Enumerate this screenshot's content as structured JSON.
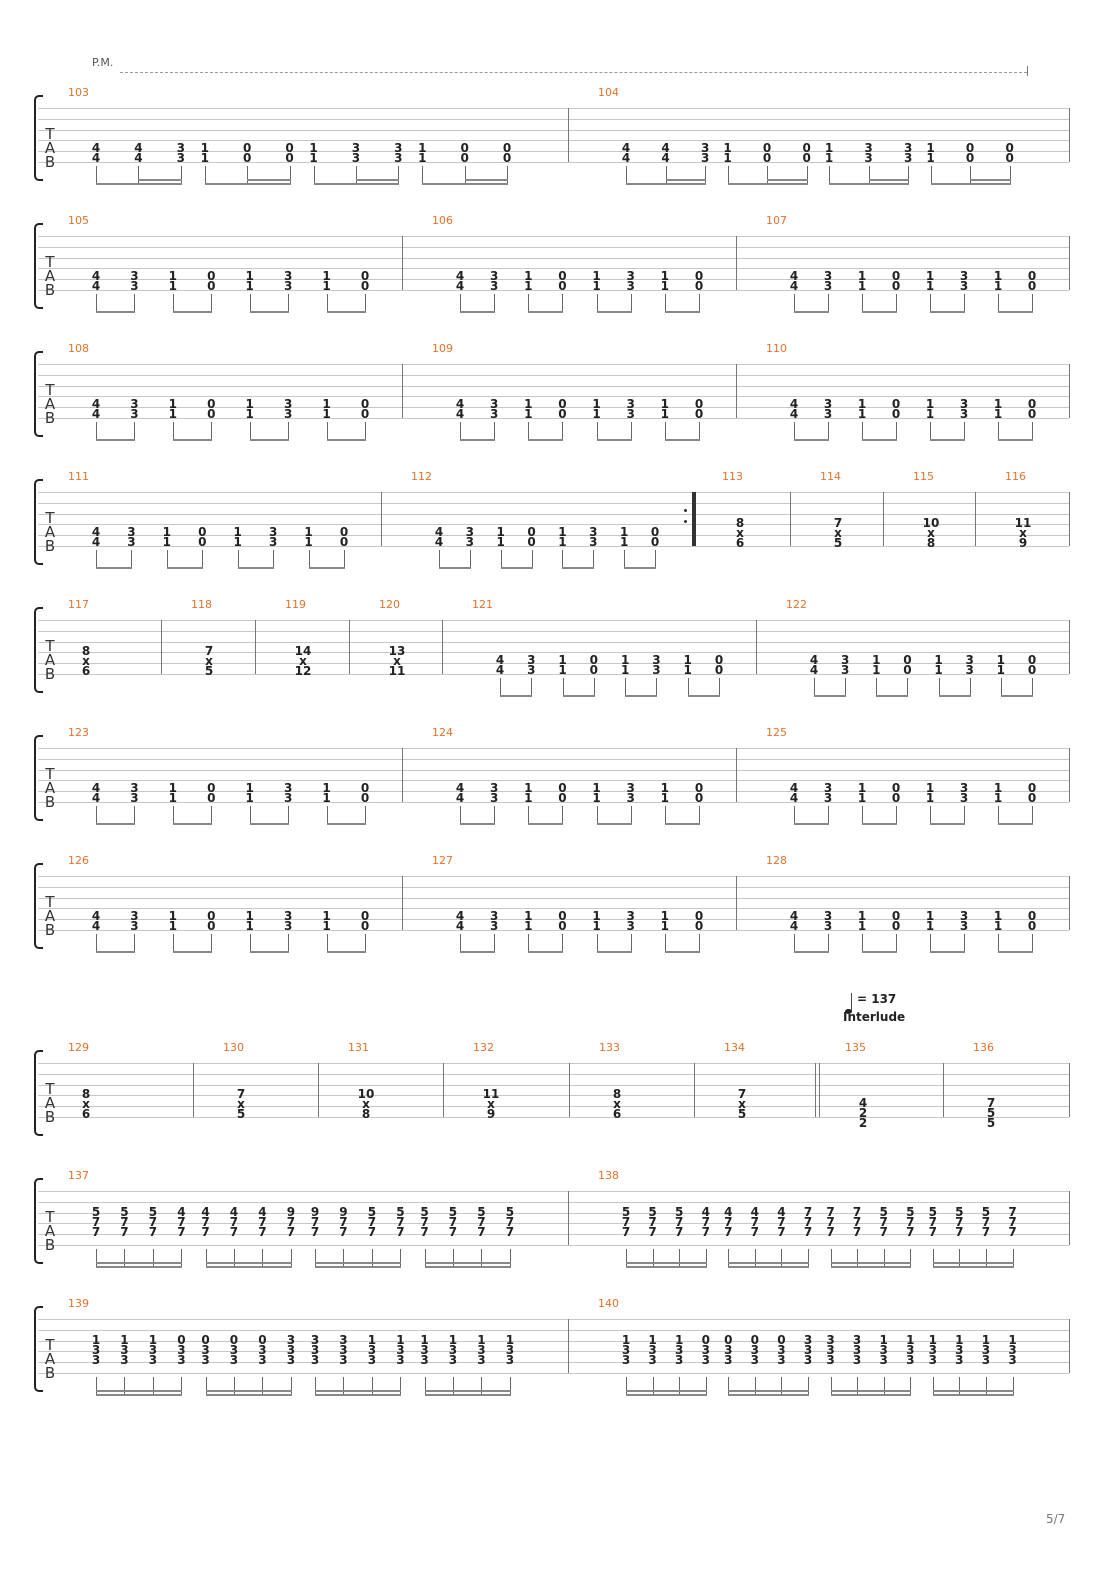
{
  "document": {
    "palm_mute_label": "P.M.",
    "tab_letters": [
      "T",
      "A",
      "B"
    ],
    "tempo_label": "= 137",
    "section_label": "Interlude",
    "page_number": "5/7"
  },
  "patterns": {
    "A": [
      [
        "4",
        "4"
      ],
      [
        "3",
        "3"
      ],
      [
        "1",
        "1"
      ],
      [
        "0",
        "0"
      ],
      [
        "1",
        "1"
      ],
      [
        "3",
        "3"
      ],
      [
        "1",
        "1"
      ],
      [
        "0",
        "0"
      ]
    ],
    "A16": [
      [
        "4",
        "4"
      ],
      [
        "4",
        "4"
      ],
      [
        "3",
        "3"
      ],
      [
        "1",
        "1"
      ],
      [
        "0",
        "0"
      ],
      [
        "0",
        "0"
      ],
      [
        "1",
        "1"
      ],
      [
        "3",
        "3"
      ],
      [
        "3",
        "3"
      ],
      [
        "1",
        "1"
      ],
      [
        "0",
        "0"
      ],
      [
        "0",
        "0"
      ]
    ],
    "D137": [
      [
        "5",
        "7",
        "7"
      ],
      [
        "5",
        "7",
        "7"
      ],
      [
        "5",
        "7",
        "7"
      ],
      [
        "4",
        "7",
        "7"
      ],
      [
        "4",
        "7",
        "7"
      ],
      [
        "4",
        "7",
        "7"
      ],
      [
        "4",
        "7",
        "7"
      ],
      [
        "9",
        "7",
        "7"
      ],
      [
        "9",
        "7",
        "7"
      ],
      [
        "9",
        "7",
        "7"
      ],
      [
        "5",
        "7",
        "7"
      ],
      [
        "5",
        "7",
        "7"
      ],
      [
        "5",
        "7",
        "7"
      ],
      [
        "5",
        "7",
        "7"
      ],
      [
        "5",
        "7",
        "7"
      ],
      [
        "5",
        "7",
        "7"
      ]
    ],
    "D138": [
      [
        "5",
        "7",
        "7"
      ],
      [
        "5",
        "7",
        "7"
      ],
      [
        "5",
        "7",
        "7"
      ],
      [
        "4",
        "7",
        "7"
      ],
      [
        "4",
        "7",
        "7"
      ],
      [
        "4",
        "7",
        "7"
      ],
      [
        "4",
        "7",
        "7"
      ],
      [
        "7",
        "7",
        "7"
      ],
      [
        "7",
        "7",
        "7"
      ],
      [
        "7",
        "7",
        "7"
      ],
      [
        "5",
        "7",
        "7"
      ],
      [
        "5",
        "7",
        "7"
      ],
      [
        "5",
        "7",
        "7"
      ],
      [
        "5",
        "7",
        "7"
      ],
      [
        "5",
        "7",
        "7"
      ],
      [
        "7",
        "7",
        "7"
      ]
    ],
    "E": [
      [
        "1",
        "3",
        "3"
      ],
      [
        "1",
        "3",
        "3"
      ],
      [
        "1",
        "3",
        "3"
      ],
      [
        "0",
        "3",
        "3"
      ],
      [
        "0",
        "3",
        "3"
      ],
      [
        "0",
        "3",
        "3"
      ],
      [
        "0",
        "3",
        "3"
      ],
      [
        "3",
        "3",
        "3"
      ],
      [
        "3",
        "3",
        "3"
      ],
      [
        "3",
        "3",
        "3"
      ],
      [
        "1",
        "3",
        "3"
      ],
      [
        "1",
        "3",
        "3"
      ],
      [
        "1",
        "3",
        "3"
      ],
      [
        "1",
        "3",
        "3"
      ],
      [
        "1",
        "3",
        "3"
      ],
      [
        "1",
        "3",
        "3"
      ]
    ]
  },
  "systems": [
    {
      "measures": [
        {
          "num": "103",
          "kind": "pattern",
          "pattern": "A16",
          "beam": "b16"
        },
        {
          "num": "104",
          "kind": "pattern",
          "pattern": "A16",
          "beam": "b16"
        }
      ]
    },
    {
      "measures": [
        {
          "num": "105",
          "kind": "pattern",
          "pattern": "A",
          "beam": "b8"
        },
        {
          "num": "106",
          "kind": "pattern",
          "pattern": "A",
          "beam": "b8"
        },
        {
          "num": "107",
          "kind": "pattern",
          "pattern": "A",
          "beam": "b8"
        }
      ]
    },
    {
      "measures": [
        {
          "num": "108",
          "kind": "pattern",
          "pattern": "A",
          "beam": "b8"
        },
        {
          "num": "109",
          "kind": "pattern",
          "pattern": "A",
          "beam": "b8"
        },
        {
          "num": "110",
          "kind": "pattern",
          "pattern": "A",
          "beam": "b8"
        }
      ]
    },
    {
      "measures": [
        {
          "num": "111",
          "kind": "pattern",
          "pattern": "A",
          "beam": "b8"
        },
        {
          "num": "112",
          "kind": "pattern",
          "pattern": "A",
          "beam": "b8"
        },
        {
          "num": "113",
          "kind": "chord",
          "chord": [
            "8",
            "x",
            "6"
          ]
        },
        {
          "num": "114",
          "kind": "chord",
          "chord": [
            "7",
            "x",
            "5"
          ]
        },
        {
          "num": "115",
          "kind": "chord",
          "chord": [
            "10",
            "x",
            "8"
          ]
        },
        {
          "num": "116",
          "kind": "chord",
          "chord": [
            "11",
            "x",
            "9"
          ]
        }
      ]
    },
    {
      "measures": [
        {
          "num": "117",
          "kind": "chord",
          "chord": [
            "8",
            "x",
            "6"
          ]
        },
        {
          "num": "118",
          "kind": "chord",
          "chord": [
            "7",
            "x",
            "5"
          ]
        },
        {
          "num": "119",
          "kind": "chord",
          "chord": [
            "14",
            "x",
            "12"
          ]
        },
        {
          "num": "120",
          "kind": "chord",
          "chord": [
            "13",
            "x",
            "11"
          ]
        },
        {
          "num": "121",
          "kind": "pattern",
          "pattern": "A",
          "beam": "b8"
        },
        {
          "num": "122",
          "kind": "pattern",
          "pattern": "A",
          "beam": "b8"
        }
      ]
    },
    {
      "measures": [
        {
          "num": "123",
          "kind": "pattern",
          "pattern": "A",
          "beam": "b8"
        },
        {
          "num": "124",
          "kind": "pattern",
          "pattern": "A",
          "beam": "b8"
        },
        {
          "num": "125",
          "kind": "pattern",
          "pattern": "A",
          "beam": "b8"
        }
      ]
    },
    {
      "measures": [
        {
          "num": "126",
          "kind": "pattern",
          "pattern": "A",
          "beam": "b8"
        },
        {
          "num": "127",
          "kind": "pattern",
          "pattern": "A",
          "beam": "b8"
        },
        {
          "num": "128",
          "kind": "pattern",
          "pattern": "A",
          "beam": "b8"
        }
      ]
    },
    {
      "measures": [
        {
          "num": "129",
          "kind": "chord",
          "chord": [
            "8",
            "x",
            "6"
          ]
        },
        {
          "num": "130",
          "kind": "chord",
          "chord": [
            "7",
            "x",
            "5"
          ]
        },
        {
          "num": "131",
          "kind": "chord",
          "chord": [
            "10",
            "x",
            "8"
          ]
        },
        {
          "num": "132",
          "kind": "chord",
          "chord": [
            "11",
            "x",
            "9"
          ]
        },
        {
          "num": "133",
          "kind": "chord",
          "chord": [
            "8",
            "x",
            "6"
          ]
        },
        {
          "num": "134",
          "kind": "chord",
          "chord": [
            "7",
            "x",
            "5"
          ]
        },
        {
          "num": "135",
          "kind": "chord",
          "chord": [
            "4",
            "2",
            "2"
          ]
        },
        {
          "num": "136",
          "kind": "chord",
          "chord": [
            "7",
            "5",
            "5"
          ]
        }
      ]
    },
    {
      "measures": [
        {
          "num": "137",
          "kind": "pattern",
          "pattern": "D137",
          "beam": "b16"
        },
        {
          "num": "138",
          "kind": "pattern",
          "pattern": "D138",
          "beam": "b16"
        }
      ]
    },
    {
      "measures": [
        {
          "num": "139",
          "kind": "pattern",
          "pattern": "E",
          "beam": "b16"
        },
        {
          "num": "140",
          "kind": "pattern",
          "pattern": "E",
          "beam": "b16"
        }
      ]
    }
  ]
}
